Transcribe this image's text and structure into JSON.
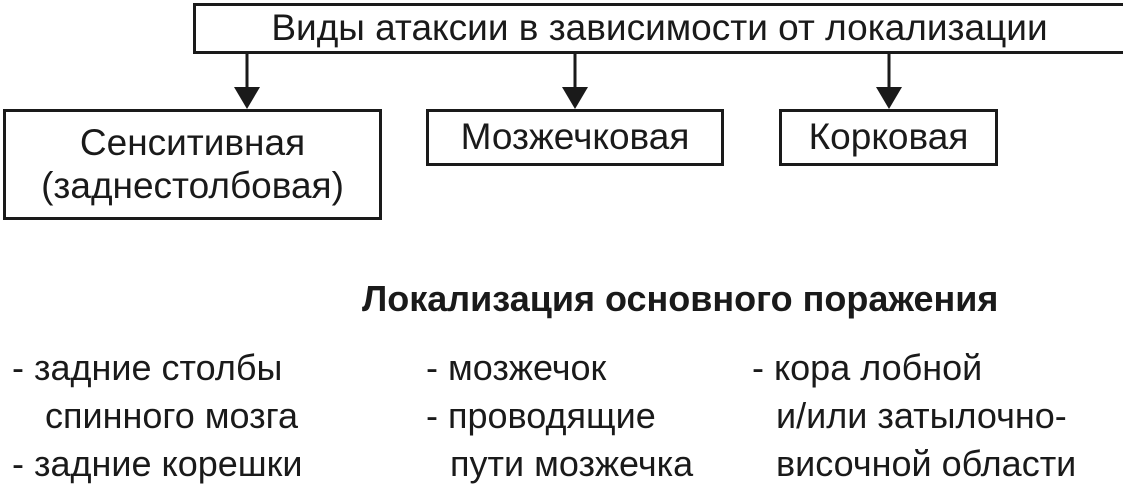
{
  "header": {
    "title": "Виды атаксии в зависимости от локализации"
  },
  "types": [
    {
      "line1": "Сенситивная",
      "line2": "(заднестолбовая)"
    },
    {
      "line1": "Мозжечковая"
    },
    {
      "line1": "Корковая"
    }
  ],
  "localization": {
    "heading": "Локализация основного поражения",
    "col1": [
      "- задние столбы",
      "спинного мозга",
      "- задние корешки"
    ],
    "col2": [
      "- мозжечок",
      "- проводящие",
      "пути мозжечка"
    ],
    "col3": [
      "- кора лобной",
      "и/или затылочно-",
      "височной области"
    ]
  },
  "colors": {
    "stroke": "#1a1a1a",
    "background": "#ffffff"
  }
}
